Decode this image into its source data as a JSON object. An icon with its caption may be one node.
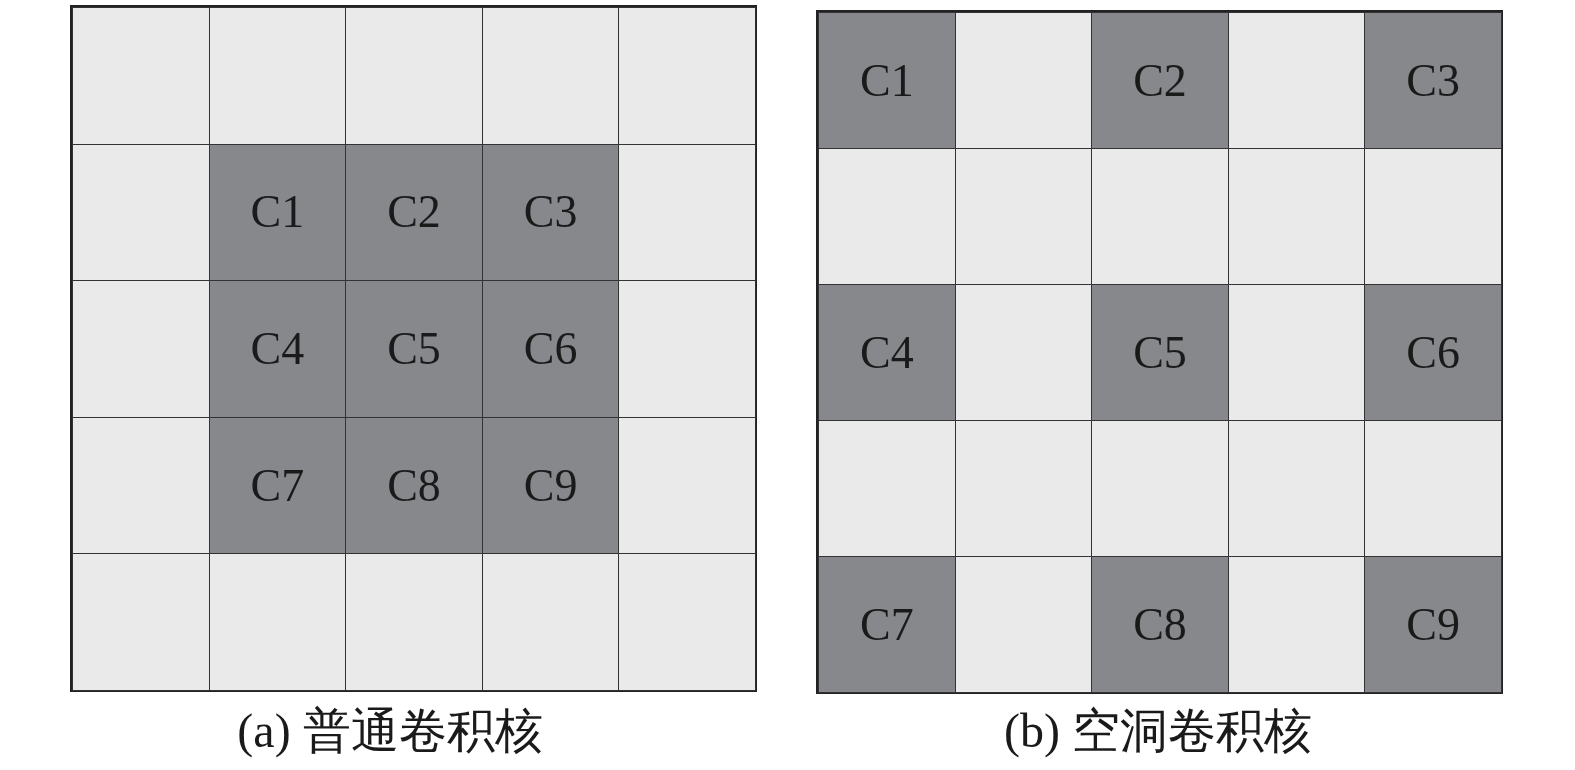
{
  "diagram": {
    "labels": [
      "C1",
      "C2",
      "C3",
      "C4",
      "C5",
      "C6",
      "C7",
      "C8",
      "C9",
      "(a) 普通卷积核",
      "C1",
      "C2",
      "C3",
      "C4",
      "C5",
      "C6",
      "C7",
      "C8",
      "C9",
      "(b) 空洞卷积核"
    ]
  }
}
